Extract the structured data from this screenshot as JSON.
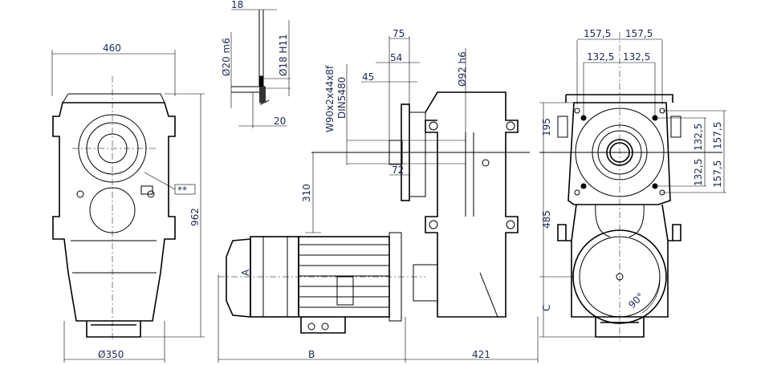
{
  "drawing": {
    "front_view": {
      "width": "460",
      "height": "962",
      "diameter": "Ø350",
      "note_marker": "**"
    },
    "shaft_detail": {
      "width_18": "18",
      "dia_shaft": "Ø20 m6",
      "dia_bore": "Ø18 H11",
      "length_20": "20"
    },
    "side_view": {
      "dim_75": "75",
      "dim_54": "54",
      "dim_45": "45",
      "spline_line1": "W90x2x44x8f",
      "spline_line2": "DIN5480",
      "dia_92": "Ø92 h6",
      "dim_72": "72",
      "dim_310": "310",
      "label_a": "A",
      "label_b": "B",
      "dim_421": "421"
    },
    "right_view": {
      "h_157_left": "157,5",
      "h_157_right": "157,5",
      "h_132_left": "132,5",
      "h_132_right": "132,5",
      "v_132_top": "132,5",
      "v_132_bottom": "132,5",
      "v_157_top": "157,5",
      "v_157_bottom": "157,5",
      "dim_195": "195",
      "dim_485": "485",
      "label_c": "C",
      "angle": "90°"
    }
  }
}
